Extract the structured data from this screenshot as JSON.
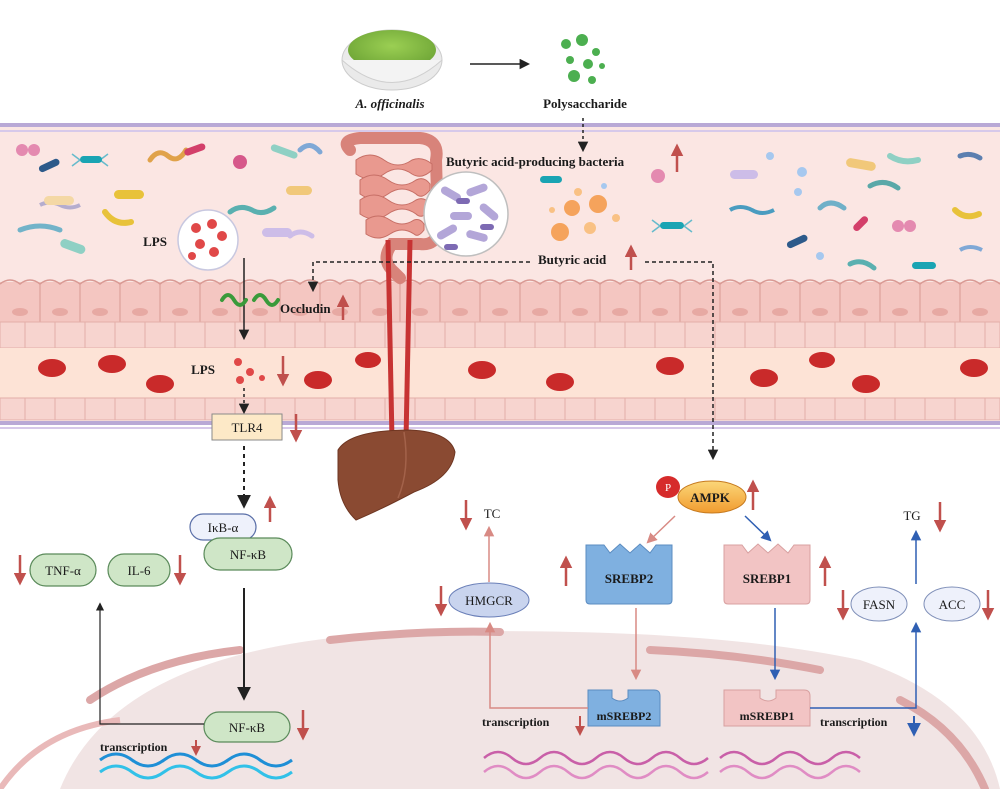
{
  "source_label": "A. officinalis",
  "polysaccharide_label": "Polysaccharide",
  "bacteria_label": "Butyric acid-producing bacteria",
  "butyric_acid_label": "Butyric acid",
  "lps_gut_label": "LPS",
  "occludin_label": "Occludin",
  "lps_blood_label": "LPS",
  "tlr4_label": "TLR4",
  "ikb_label": "IκB-α",
  "nfkb_cyto_label": "NF-κB",
  "tnf_label": "TNF-α",
  "il6_label": "IL-6",
  "nfkb_nuc_label": "NF-κB",
  "transcription_left": "transcription",
  "p_label": "P",
  "ampk_label": "AMPK",
  "tc_label": "TC",
  "hmgcr_label": "HMGCR",
  "srebp2_label": "SREBP2",
  "srebp1_label": "SREBP1",
  "tg_label": "TG",
  "fasn_label": "FASN",
  "acc_label": "ACC",
  "msrebp2_label": "mSREBP2",
  "msrebp1_label": "mSREBP1",
  "transcription_mid": "transcription",
  "transcription_right": "transcription",
  "colors": {
    "up_arrow": "#c0504d",
    "down_arrow_blue": "#2f5fb3",
    "srebp2_fill": "#7fb0e0",
    "srebp1_fill": "#f2c4c4",
    "ampk_fill": "#f4b942",
    "lumen_bg": "#fbe6e3",
    "blood_bg": "#fde3d6",
    "nucleus_bg": "#f1e4e4",
    "cytokine_fill": "#cfe6c7",
    "tlr4_fill": "#fde9c7"
  }
}
